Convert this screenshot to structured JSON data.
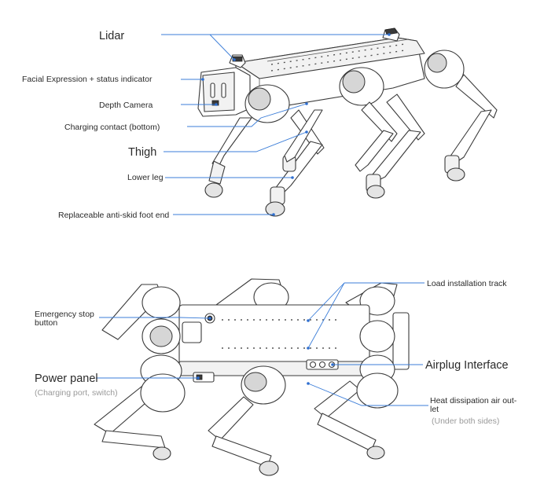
{
  "labels": {
    "lidar": "Lidar",
    "facial_expression": "Facial Expression + status indicator",
    "depth_camera": "Depth Camera",
    "charging_contact": "Charging contact (bottom)",
    "thigh": "Thigh",
    "lower_leg": "Lower leg",
    "foot_end": "Replaceable anti-skid foot end",
    "load_track": "Load installation track",
    "emergency_stop_line1": "Emergency stop",
    "emergency_stop_line2": "button",
    "power_panel": "Power panel",
    "power_panel_sub": "(Charging port, switch)",
    "airplug": "Airplug Interface",
    "heat_line1": "Heat dissipation air out-",
    "heat_line2": "let",
    "heat_sub": "(Under both sides)"
  },
  "colors": {
    "leader": "#3b7dd8",
    "label_text": "#2a2a2a",
    "sublabel_text": "#9a9a9a",
    "outline": "#3a3a3a"
  }
}
